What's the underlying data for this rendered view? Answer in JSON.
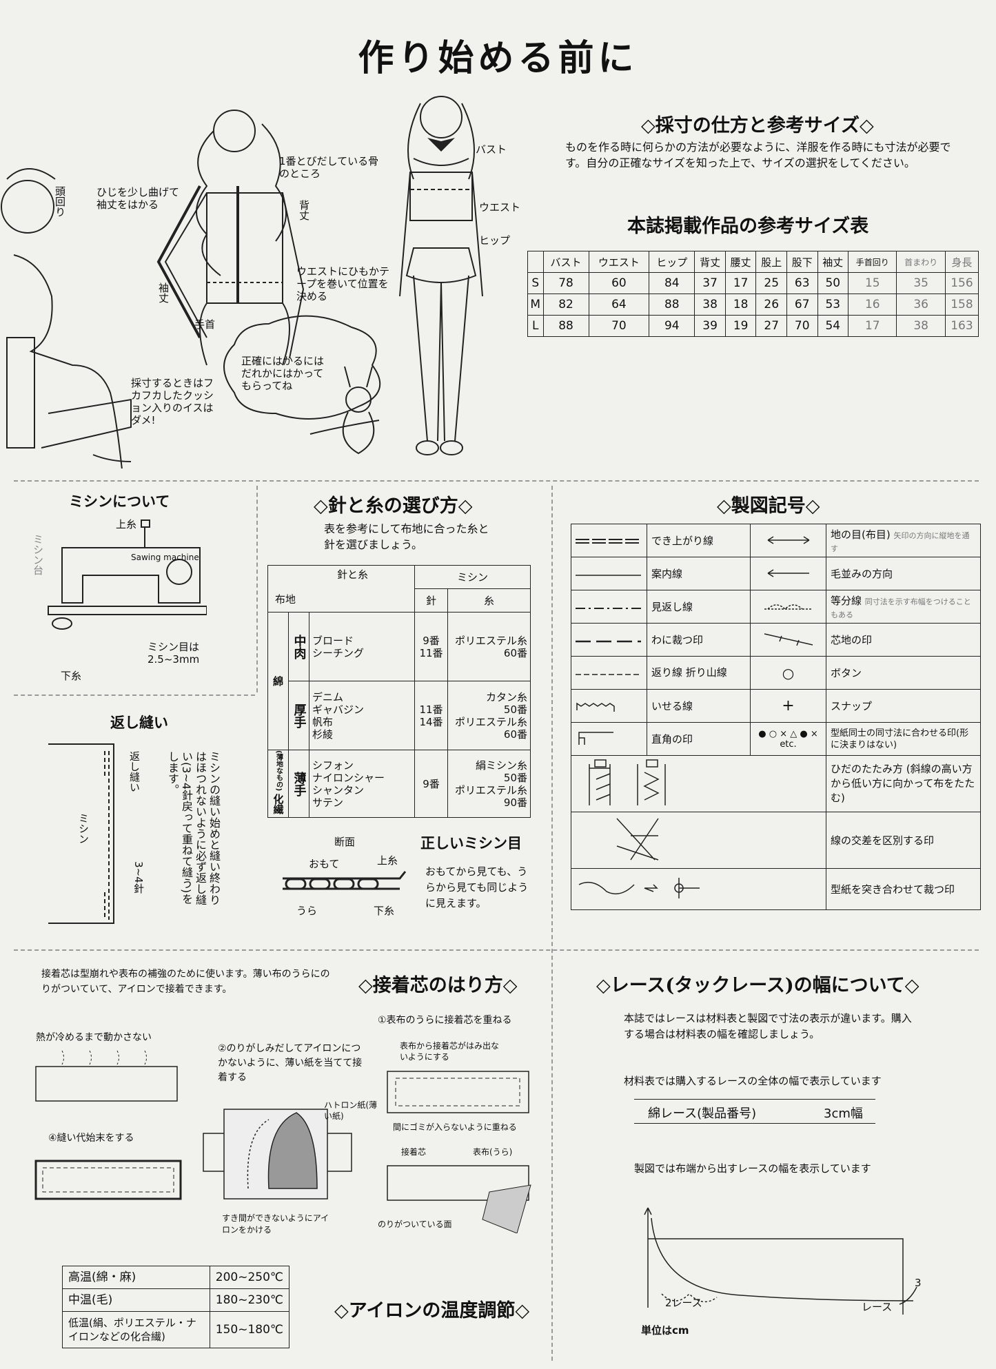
{
  "title": "作り始める前に",
  "measure": {
    "heading": "◇採寸の仕方と参考サイズ◇",
    "intro": "ものを作る時に何らかの方法が必要なように、洋服を作る時にも寸法が必要です。自分の正確なサイズを知った上で、サイズの選択をしてください。",
    "labels": {
      "head": "頭回り",
      "elbow": "ひじを少し曲げて袖丈をはかる",
      "sleeve": "袖丈",
      "wrist": "手首",
      "neckbone": "1番とびだしている骨のところ",
      "back": "背丈",
      "waist_tape": "ウエストにひもかテープを巻いて位置を決める",
      "chair": "採寸するときはフカフカしたクッション入りのイスはダメ!",
      "bubble": "正確にはかるにはだれかにはかってもらってね",
      "bust": "バスト",
      "waist": "ウエスト",
      "hip": "ヒップ"
    }
  },
  "size_table": {
    "title": "本誌掲載作品の参考サイズ表",
    "headers": [
      "",
      "バスト",
      "ウエスト",
      "ヒップ",
      "背丈",
      "腰丈",
      "股上",
      "股下",
      "袖丈",
      "手首回り",
      "首まわり",
      "身長"
    ],
    "rows": [
      [
        "S",
        "78",
        "60",
        "84",
        "37",
        "17",
        "25",
        "63",
        "50",
        "15",
        "35",
        "156"
      ],
      [
        "M",
        "82",
        "64",
        "88",
        "38",
        "18",
        "26",
        "67",
        "53",
        "16",
        "36",
        "158"
      ],
      [
        "L",
        "88",
        "70",
        "94",
        "39",
        "19",
        "27",
        "70",
        "54",
        "17",
        "38",
        "163"
      ]
    ]
  },
  "machine": {
    "heading": "ミシンについて",
    "upper": "上糸",
    "brand": "Sawing machine",
    "lower": "下糸",
    "stitch": "ミシン目は 2.5~3mm",
    "side": "ミシン台"
  },
  "backstitch": {
    "heading": "返し縫い",
    "label1": "返し縫い",
    "label2": "ミシン",
    "label3": "3~4針",
    "text": "ミシンの縫い始めと縫い終わりはほつれないように必ず返し縫い(3~4針戻って重ねて縫う)をします。"
  },
  "needle": {
    "heading": "◇針と糸の選び方◇",
    "intro": "表を参考にして布地に合った糸と針を選びましょう。",
    "h_needle_thread": "針と糸",
    "h_machine": "ミシン",
    "h_fabric": "布地",
    "h_needle": "針",
    "h_thread": "糸",
    "cat": "綿",
    "cat2": "化繊",
    "cat2_note": "(薄地なもの)",
    "rows": [
      {
        "weight": "中肉",
        "fabrics": "ブロード\nシーチング",
        "needles": "9番\n11番",
        "threads": "ポリエステル糸\n60番"
      },
      {
        "weight": "厚手",
        "fabrics": "デニム\nギャバジン\n帆布\n杉綾",
        "needles": "11番\n14番",
        "threads": "カタン糸\n50番\nポリエステル糸\n60番"
      },
      {
        "weight": "薄手",
        "fabrics": "シフォン\nナイロンシャー\nシャンタン\nサテン",
        "needles": "9番",
        "threads": "絹ミシン糸\n50番\nポリエステル糸\n90番"
      }
    ]
  },
  "stitch": {
    "section": "断面",
    "front": "おもて",
    "back": "うら",
    "upper": "上糸",
    "lower": "下糸",
    "heading": "正しいミシン目",
    "text": "おもてから見ても、うらから見ても同じように見えます。"
  },
  "symbols": {
    "heading": "◇製図記号◇",
    "rows": [
      {
        "l": "でき上がり線",
        "r": "地の目(布目)",
        "note": "矢印の方向に縦地を通す"
      },
      {
        "l": "案内線",
        "r": "毛並みの方向",
        "note": ""
      },
      {
        "l": "見返し線",
        "r": "等分線",
        "note": "同寸法を示す布幅をつけることもある"
      },
      {
        "l": "わに裁つ印",
        "r": "芯地の印",
        "note": ""
      },
      {
        "l": "返り線 折り山線",
        "r": "ボタン",
        "note": ""
      },
      {
        "l": "いせる線",
        "r": "スナップ",
        "note": ""
      },
      {
        "l": "直角の印",
        "r": "型紙同士の同寸法に合わせる印(形に決まりはない)",
        "note": ""
      }
    ],
    "etc": "● ○ × △  ● × etc.",
    "pleat": "ひだのたたみ方 (斜線の高い方から低い方に向かって布をたたむ)",
    "cross": "線の交差を区別する印",
    "butt": "型紙を突き合わせて裁つ印",
    "circle": "○",
    "plus": "+"
  },
  "interfacing": {
    "heading": "◇接着芯のはり方◇",
    "intro": "接着芯は型崩れや表布の補強のために使います。薄い布のうらにのりがついていて、アイロンで接着できます。",
    "s1": "①表布のうらに接着芯を重ねる",
    "s1a": "表布から接着芯がはみ出ないようにする",
    "s1b": "間にゴミが入らないように重ねる",
    "s1c": "接着芯",
    "s1d": "表布(うら)",
    "s1e": "のりがついている面",
    "s2": "②のりがしみだしてアイロンにつかないように、薄い紙を当てて接着する",
    "s2a": "ハトロン紙(薄い紙)",
    "s2b": "すき間ができないようにアイロンをかける",
    "s3": "熱が冷めるまで動かさない",
    "s4": "④縫い代始末をする"
  },
  "lace": {
    "heading": "◇レース(タックレース)の幅について◇",
    "intro": "本誌ではレースは材料表と製図で寸法の表示が違います。購入する場合は材料表の幅を確認しましょう。",
    "t1": "材料表では購入するレースの全体の幅で表示しています",
    "item": "綿レース(製品番号)",
    "width": "3cm幅",
    "t2": "製図では布端から出すレースの幅を表示しています",
    "n2": "2レース",
    "n3": "3",
    "lace": "レース",
    "unit": "単位はcm"
  },
  "iron": {
    "heading": "◇アイロンの温度調節◇",
    "rows": [
      [
        "高温(綿・麻)",
        "200~250℃"
      ],
      [
        "中温(毛)",
        "180~230℃"
      ],
      [
        "低温(絹、ポリエステル・ナイロンなどの化合繊)",
        "150~180℃"
      ]
    ]
  }
}
